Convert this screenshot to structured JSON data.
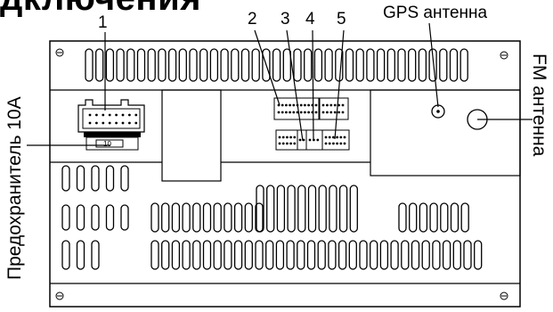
{
  "header": {
    "title": "дключения"
  },
  "labels": {
    "gps_antenna": "GPS антенна",
    "fm_antenna": "FM антенна",
    "fuse": "Предохранитель 10А",
    "fuse_value": "10"
  },
  "callouts": [
    "1",
    "2",
    "3",
    "4",
    "5"
  ],
  "colors": {
    "line": "#000000",
    "background": "#ffffff"
  }
}
